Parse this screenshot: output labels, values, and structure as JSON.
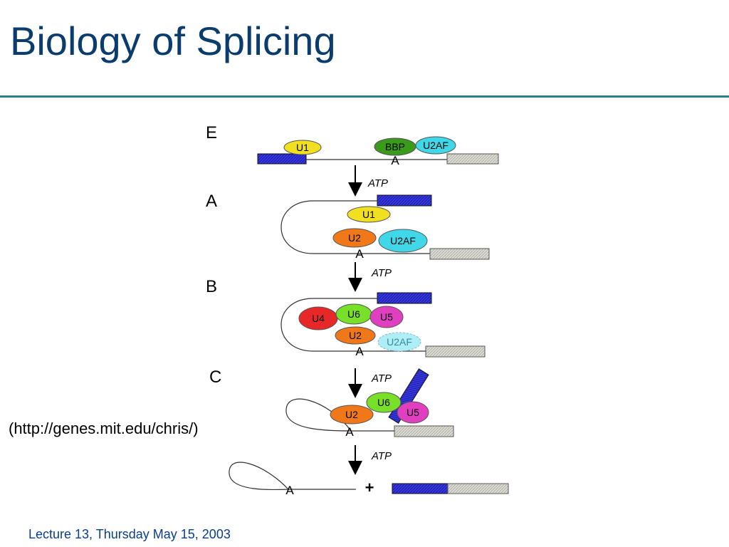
{
  "slide": {
    "title": "Biology of Splicing",
    "source": "(http://genes.mit.edu/chris/)",
    "footer": "Lecture 13, Thursday May 15, 2003"
  },
  "diagram": {
    "stages": [
      "E",
      "A",
      "B",
      "C"
    ],
    "arrow_label": "ATP",
    "branch_point": "A",
    "plus": "+",
    "snrnps": {
      "u1": "U1",
      "u2": "U2",
      "u4": "U4",
      "u5": "U5",
      "u6": "U6",
      "bbp": "BBP",
      "u2af": "U2AF"
    },
    "colors": {
      "u1": "#f0e020",
      "u2": "#f07818",
      "u4": "#e82828",
      "u5": "#e040c0",
      "u6": "#78e028",
      "bbp": "#3a9a1a",
      "u2af": "#40d8e8",
      "exon1": "#3030d8",
      "exon2": "#d8d8d0",
      "title": "#0a3d6e",
      "rule": "#2a7f86",
      "footer": "#0a3d8c"
    }
  }
}
